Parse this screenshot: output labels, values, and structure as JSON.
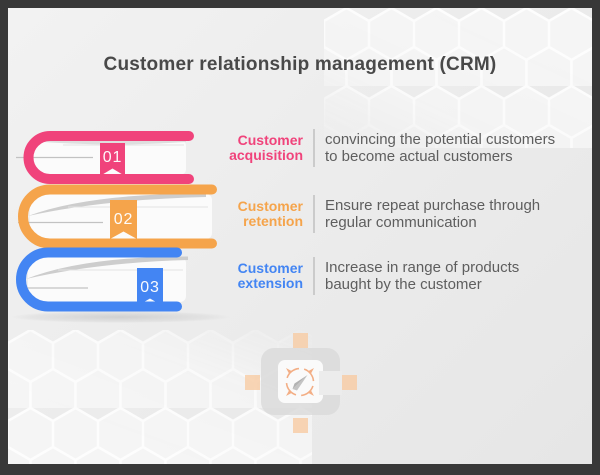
{
  "title": "Customer relationship management (CRM)",
  "colors": {
    "frame": "#383838",
    "background": "#ebebeb",
    "title_text": "#494949",
    "body_text": "#5e5e5e",
    "pink": "#f0437b",
    "orange": "#f5a44b",
    "blue": "#4385f3",
    "watermark_peach": "#f8cca4",
    "watermark_gray": "#dbdbdb"
  },
  "items": [
    {
      "number": "01",
      "label": [
        "Customer",
        "acquisition"
      ],
      "description": [
        "convincing the potential customers",
        "to become actual customers"
      ],
      "color": "#f0437b"
    },
    {
      "number": "02",
      "label": [
        "Customer",
        "retention"
      ],
      "description": [
        "Ensure repeat purchase through",
        "regular communication"
      ],
      "color": "#f5a44b"
    },
    {
      "number": "03",
      "label": [
        "Customer",
        "extension"
      ],
      "description": [
        "Increase in range of products",
        "baught by the customer"
      ],
      "color": "#4385f3"
    }
  ],
  "watermark": {
    "icon": "compass-paper-plane-logo"
  }
}
